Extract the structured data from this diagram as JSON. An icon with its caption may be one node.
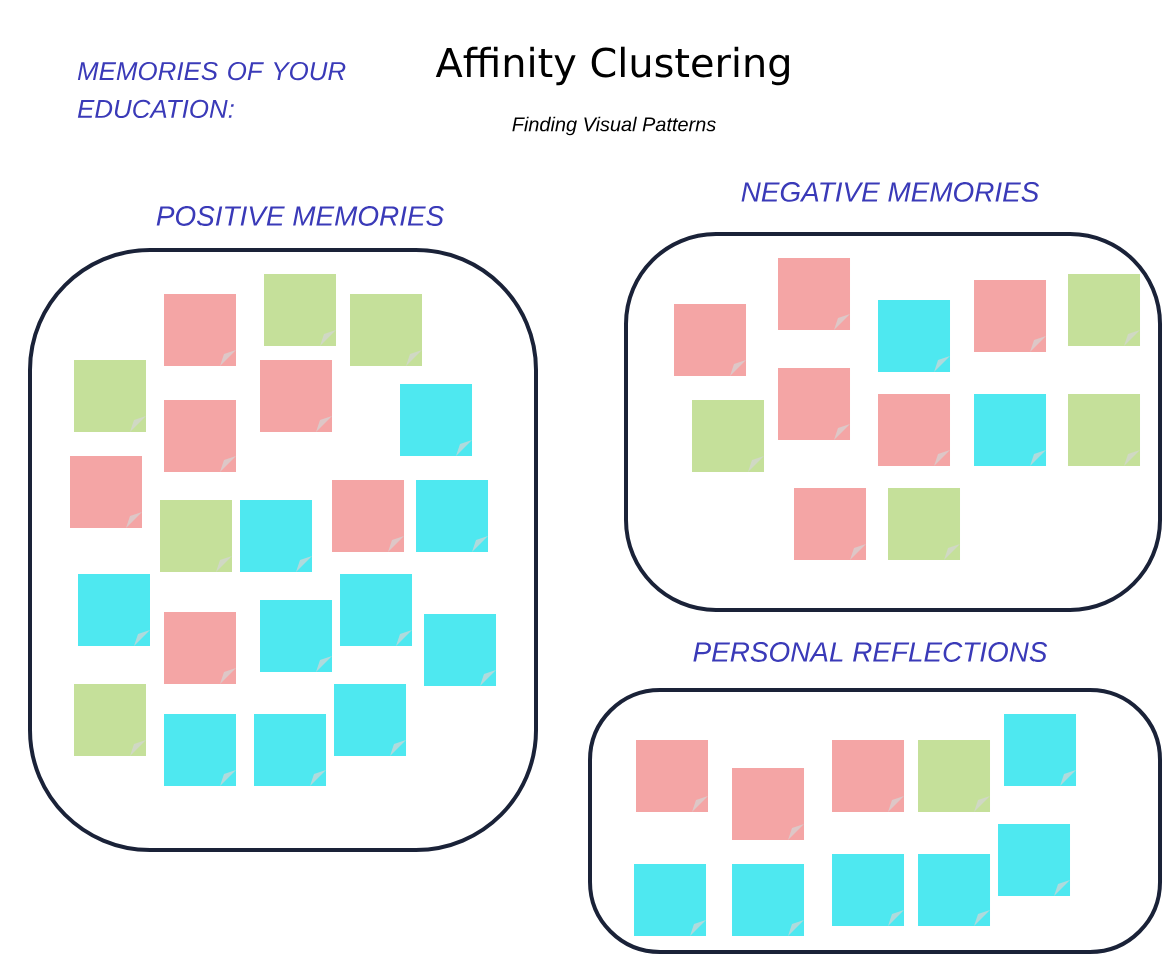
{
  "diagram": {
    "title": "Affinity Clustering",
    "nodes": [
      {
        "text": [
          "POSITIVE MEMORIES"
        ]
      },
      {
        "text": [
          "NEGATIVE MEMORIES"
        ]
      },
      {
        "text": [
          "PERSONAL REFLECTIONS"
        ]
      }
    ],
    "labels": [
      "MEMORIES OF YOUR EDUCATION:",
      "Finding Visual Patterns"
    ]
  }
}
